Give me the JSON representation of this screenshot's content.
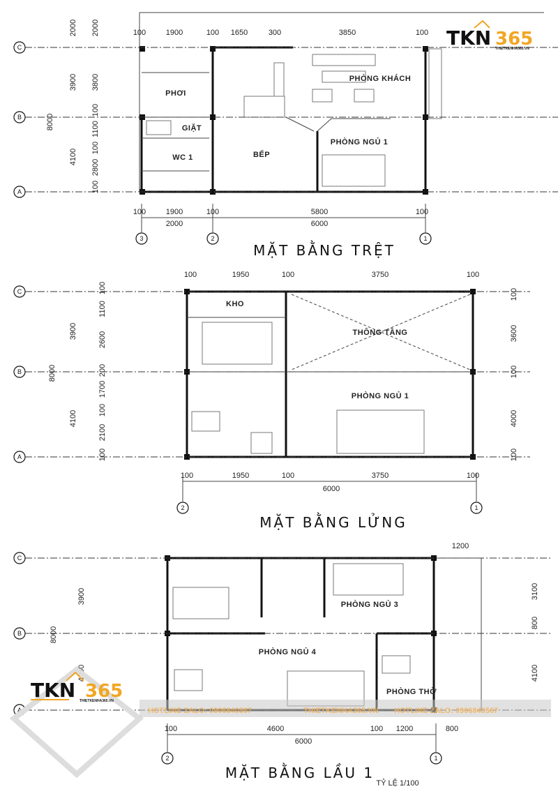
{
  "logo": {
    "brand": "TKN",
    "brand_num": "365",
    "site": "THIETKENHA365.VN",
    "accent_color": "#f2a623"
  },
  "watermark": {
    "hotline_1": "HOTLINE ZALO: 0906840567",
    "site": "THIETKENHA365.VN",
    "hotline_2": "HOTLINE ZALO: 0906840567",
    "band_color": "#c8c8c8"
  },
  "plans": [
    {
      "title": "MẶT BẰNG TRỆT",
      "grid_rows": [
        "C",
        "B",
        "A"
      ],
      "grid_cols": [
        "3",
        "2",
        "1"
      ],
      "rooms": [
        "PHƠI",
        "GIẶT",
        "WC 1",
        "BẾP",
        "PHÒNG KHÁCH",
        "PHÒNG NGỦ 1"
      ],
      "dims_top": [
        "100",
        "1900",
        "100",
        "1650",
        "300",
        "3850",
        "100"
      ],
      "dims_left_outer": [
        "2000",
        "3900",
        "8000",
        "4100"
      ],
      "dims_left_inner": [
        "2000",
        "3800",
        "100",
        "1100",
        "100",
        "2800",
        "100"
      ],
      "dims_bottom_1": [
        "100",
        "1900",
        "100",
        "5800",
        "100"
      ],
      "dims_bottom_2": [
        "2000",
        "6000"
      ]
    },
    {
      "title": "MẶT BẰNG LỬNG",
      "grid_rows": [
        "C",
        "B",
        "A"
      ],
      "grid_cols": [
        "2",
        "1"
      ],
      "rooms": [
        "KHO",
        "THÔNG TẦNG",
        "PHÒNG NGỦ 1"
      ],
      "dims_top": [
        "100",
        "1950",
        "100",
        "3750",
        "100"
      ],
      "dims_left_outer": [
        "3900",
        "8000",
        "4100"
      ],
      "dims_left_inner": [
        "100",
        "1100",
        "2600",
        "200",
        "1700",
        "100",
        "2100",
        "100"
      ],
      "dims_right": [
        "100",
        "3600",
        "100",
        "4000",
        "100"
      ],
      "dims_bottom_1": [
        "100",
        "1950",
        "100",
        "3750",
        "100"
      ],
      "dims_bottom_2": [
        "6000"
      ]
    },
    {
      "title": "MẶT BẰNG LẦU 1",
      "subtitle": "TỶ LỆ 1/100",
      "grid_rows": [
        "C",
        "B",
        "A"
      ],
      "grid_cols": [
        "2",
        "1"
      ],
      "rooms": [
        "PHÒNG NGỦ 3",
        "PHÒNG NGỦ 4",
        "PHÒNG THỜ"
      ],
      "dims_top": [
        "1200"
      ],
      "dims_left_outer": [
        "3900",
        "8000",
        "4100"
      ],
      "dims_right": [
        "3100",
        "800",
        "4100"
      ],
      "dims_bottom_1": [
        "100",
        "4600",
        "100",
        "1200",
        "800"
      ],
      "dims_bottom_2": [
        "6000"
      ]
    }
  ]
}
